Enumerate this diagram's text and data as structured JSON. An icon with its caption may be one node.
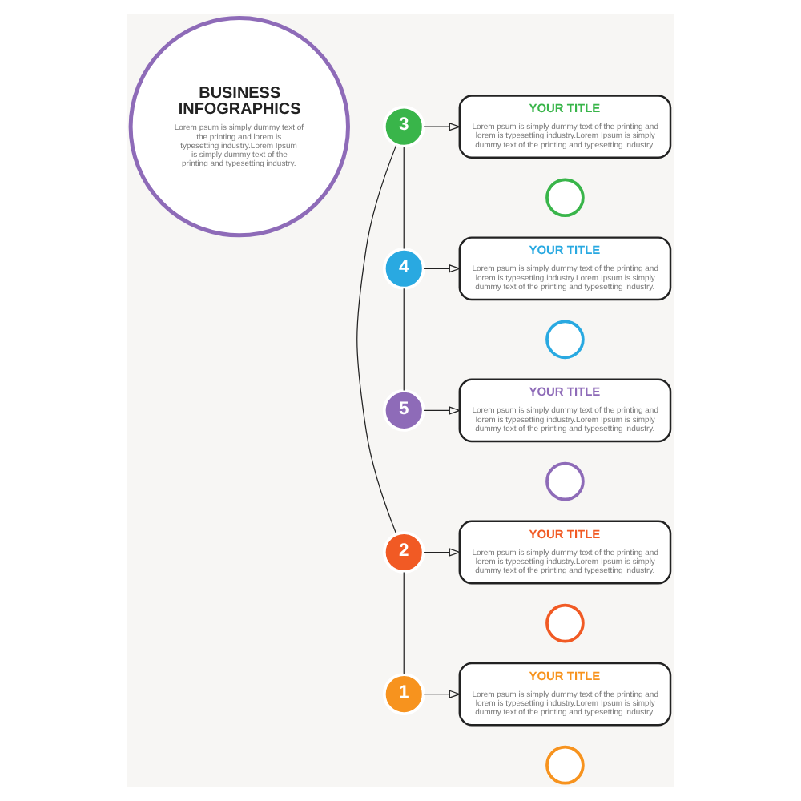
{
  "diagram": {
    "nodes": [
      {
        "text": [
          "BUSINESS INFOGRAPHICS",
          "Lorem psum is simply dummy text of the printing and lorem is typesetting industry.Lorem Ipsum is simply dummy text of the printing and typesetting industry."
        ]
      },
      {
        "text": [
          "1"
        ]
      },
      {
        "text": [
          "YOUR TITLE",
          "Lorem psum is simply dummy text of the printing and lorem is typesetting industry.Lorem Ipsum is simply dummy text of the printing and typesetting industry."
        ]
      },
      {
        "text": [],
        "shape": "circle"
      },
      {
        "text": [
          "2"
        ]
      },
      {
        "text": [
          "YOUR TITLE",
          "Lorem psum is simply dummy text of the printing and lorem is typesetting industry.Lorem Ipsum is simply dummy text of the printing and typesetting industry."
        ]
      },
      {
        "text": [],
        "shape": "circle"
      },
      {
        "text": [
          "3"
        ]
      },
      {
        "text": [
          "YOUR TITLE",
          "Lorem psum is simply dummy text of the printing and lorem is typesetting industry.Lorem Ipsum is simply dummy text of the printing and typesetting industry."
        ]
      },
      {
        "text": [],
        "shape": "circle"
      },
      {
        "text": [
          "4"
        ]
      },
      {
        "text": [
          "YOUR TITLE",
          "Lorem psum is simply dummy text of the printing and lorem is typesetting industry.Lorem Ipsum is simply dummy text of the printing and typesetting industry."
        ]
      },
      {
        "text": [],
        "shape": "circle"
      },
      {
        "text": [
          "5"
        ]
      },
      {
        "text": [
          "YOUR TITLE",
          "Lorem psum is simply dummy text of the printing and lorem is typesetting industry.Lorem Ipsum is simply dummy text of the printing and typesetting industry."
        ]
      },
      {
        "text": [],
        "shape": "circle"
      }
    ],
    "edges": [
      {
        "from": 1,
        "to": 2,
        "arrow": "to"
      },
      {
        "from": 4,
        "to": 5,
        "arrow": "to"
      },
      {
        "from": 7,
        "to": 8,
        "arrow": "to"
      },
      {
        "from": 10,
        "to": 11,
        "arrow": "to"
      },
      {
        "from": 13,
        "to": 14,
        "arrow": "to"
      },
      {
        "from": 1,
        "to": 4,
        "arrow": "none"
      },
      {
        "from": 4,
        "to": 7,
        "arrow": "none"
      },
      {
        "from": 7,
        "to": 10,
        "arrow": "none"
      },
      {
        "from": 10,
        "to": 13,
        "arrow": "none"
      }
    ]
  }
}
